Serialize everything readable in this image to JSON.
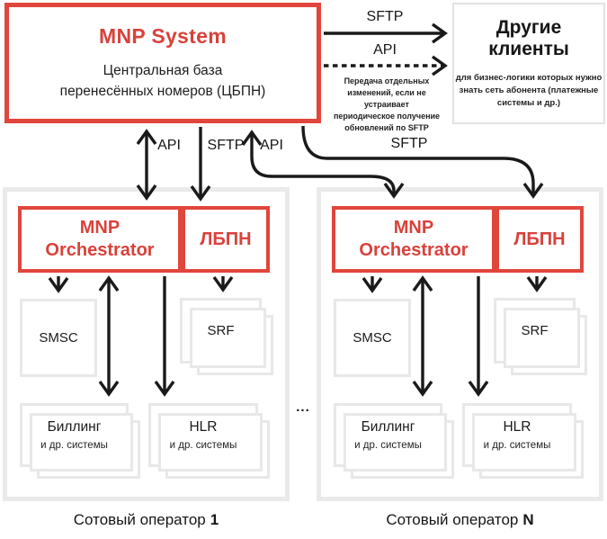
{
  "colors": {
    "accent_red": "#e0463c",
    "line_black": "#1a1a1a",
    "frame_gray": "#eaeaea",
    "box_gray": "#e8e8e8"
  },
  "mnp_system": {
    "title": "MNP System",
    "subtitle": [
      "Центральная база",
      "перенесённых номеров (ЦБПН)"
    ]
  },
  "other_clients": {
    "title": [
      "Другие",
      "клиенты"
    ],
    "note": [
      "для бизнес-логики которых нужно",
      "знать сеть абонента (платежные",
      "системы и др.)"
    ]
  },
  "links": {
    "sftp_top": "SFTP",
    "api_top": "API",
    "api_note": [
      "Передача отдельных",
      "изменений, если не устраивает",
      "периодическое получение",
      "обновлений по SFTP"
    ],
    "api_left": "API",
    "sftp_mid": "SFTP",
    "api_right": "API",
    "sftp_curve": "SFTP"
  },
  "ellipsis": "...",
  "operators": [
    {
      "orchestrator": [
        "MNP",
        "Orchestrator"
      ],
      "lbpn": "ЛБПН",
      "smsc": "SMSC",
      "srf": "SRF",
      "billing": {
        "title": "Биллинг",
        "sub": "и др. системы"
      },
      "hlr": {
        "title": "HLR",
        "sub": "и др. системы"
      },
      "caption_text": "Сотовый оператор",
      "caption_number": "1"
    },
    {
      "orchestrator": [
        "MNP",
        "Orchestrator"
      ],
      "lbpn": "ЛБПН",
      "smsc": "SMSC",
      "srf": "SRF",
      "billing": {
        "title": "Биллинг",
        "sub": "и др. системы"
      },
      "hlr": {
        "title": "HLR",
        "sub": "и др. системы"
      },
      "caption_text": "Сотовый оператор",
      "caption_number": "N"
    }
  ]
}
